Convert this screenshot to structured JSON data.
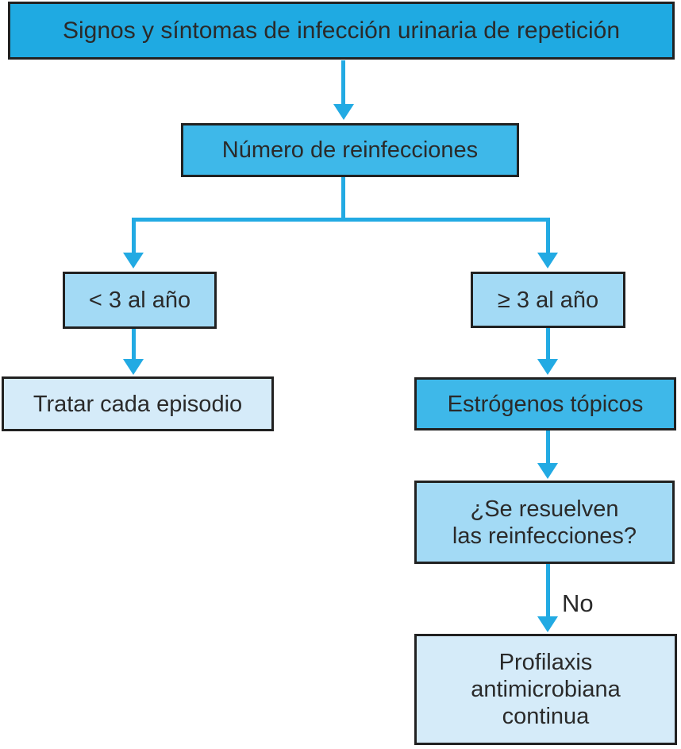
{
  "diagram": {
    "nodes": {
      "start": {
        "label": "Signos y síntomas de infección urinaria de repetición"
      },
      "count": {
        "label": "Número de reinfecciones"
      },
      "less_than_3": {
        "label": "< 3 al año"
      },
      "greater_equal_3": {
        "label": "≥ 3 al año"
      },
      "treat_each_episode": {
        "label": "Tratar cada episodio"
      },
      "topical_estrogens": {
        "label": "Estrógenos tópicos"
      },
      "reinfections_resolved": {
        "lines": [
          "¿Se resuelven",
          "las reinfecciones?"
        ]
      },
      "continuous_prophylaxis": {
        "lines": [
          "Profilaxis",
          "antimicrobiana",
          "continua"
        ]
      }
    },
    "edge_labels": {
      "no": "No"
    },
    "colors": {
      "node_dark_cyan": "#1FAAE2",
      "node_mid_cyan": "#3EB8E9",
      "node_light_blue": "#A3DAF5",
      "node_pale_blue": "#D5EBF9",
      "arrow": "#22AAE3",
      "border": "#212121",
      "text": "#2A2A2A"
    }
  }
}
